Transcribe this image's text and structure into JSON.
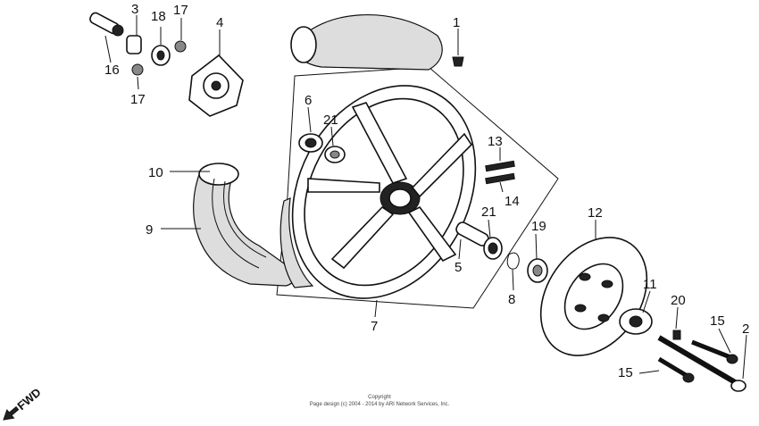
{
  "callouts": {
    "c1": "1",
    "c2": "2",
    "c3": "3",
    "c4": "4",
    "c5": "5",
    "c6": "6",
    "c7": "7",
    "c8": "8",
    "c9": "9",
    "c10": "10",
    "c11": "11",
    "c12": "12",
    "c13": "13",
    "c14": "14",
    "c15a": "15",
    "c15b": "15",
    "c16": "16",
    "c17a": "17",
    "c17b": "17",
    "c18": "18",
    "c19": "19",
    "c20": "20",
    "c21a": "21",
    "c21b": "21"
  },
  "fwd_label": "FWD",
  "copyright": {
    "line1": "Copyright",
    "line2": "Page design (c) 2004 - 2014 by ARI Network Services, Inc."
  }
}
